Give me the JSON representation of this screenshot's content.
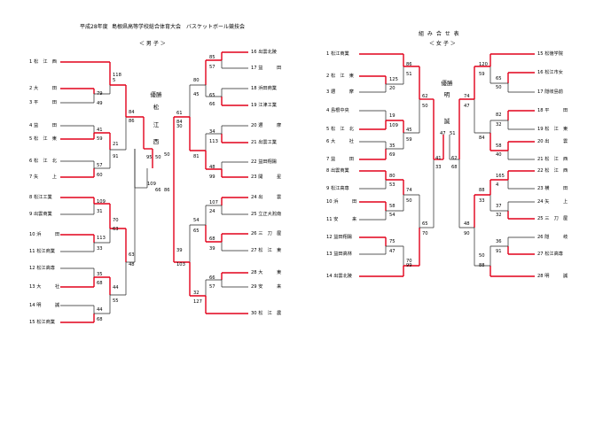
{
  "header": {
    "year": "平成28年度",
    "title": "島根県高等学校総合体育大会　バスケットボール競技会",
    "bracket_title": "組 み 合 せ 表",
    "boys_label": "＜ 男 子 ＞",
    "girls_label": "＜ 女 子 ＞"
  },
  "boys": {
    "winner_label": "優勝",
    "winner": [
      "松",
      "江",
      "西"
    ],
    "teams_left": [
      "1 松　江　西",
      "2 大　　　田",
      "3 平　　　田",
      "4 益　　　田",
      "5 松　江　東",
      "6 松　江　北",
      "7 矢　　　上",
      "8 松江工業",
      "9 出雲商業",
      "10 浜　　　田",
      "11 松江商業",
      "12 松江高専",
      "13 大　　　社",
      "14 明　　　誠",
      "15 松江商業"
    ],
    "teams_right": [
      "16 出雲北陵",
      "17 益　　　田",
      "18 浜田商業",
      "19 江津工業",
      "20 邇　　　摩",
      "21 出雲工業",
      "22 益田翔陽",
      "23 開　　　星",
      "24 出　　　雲",
      "25 立正大淞南",
      "26 三　刀　屋",
      "27 松　江　東",
      "28 大　　　東",
      "29 安　　　来",
      "30 松　江　農"
    ],
    "scores_left": [
      "118",
      "5",
      "79",
      "49",
      "41",
      "59",
      "57",
      "60",
      "109",
      "31",
      "113",
      "33",
      "35",
      "68",
      "44",
      "68",
      "84",
      "86",
      "21",
      "91",
      "70",
      "63",
      "44",
      "55",
      "63",
      "48",
      "95",
      "109",
      "50",
      "66"
    ],
    "scores_right": [
      "85",
      "57",
      "65",
      "66",
      "34",
      "113",
      "48",
      "99",
      "107",
      "24",
      "68",
      "39",
      "66",
      "57",
      "80",
      "45",
      "81",
      "54",
      "65",
      "32",
      "127",
      "61",
      "84",
      "30",
      "39",
      "103",
      "50",
      "86"
    ]
  },
  "girls": {
    "winner_label": "優勝",
    "winner": [
      "明"
    ],
    "winner2": [
      "誠"
    ],
    "teams_left": [
      "1 松江商業",
      "2 松　江　東",
      "3 邇　　　摩",
      "4 島根中央",
      "5 松　江　北",
      "6 大　　　社",
      "7 益　　　田",
      "8 出雲商業",
      "9 松江高専",
      "10 浜　　　田",
      "11 安　　　来",
      "12 益田翔陽",
      "13 益田高林",
      "14 出雲北陵"
    ],
    "teams_right": [
      "15 松徳学院",
      "16 松江市女",
      "17 隠岐島前",
      "18 平　　　田",
      "19 松　江　東",
      "20 出　　　雲",
      "21 松　江　西",
      "22 松　江　西",
      "23 横　　　田",
      "24 矢　　　上",
      "25 三　刀　屋",
      "26 隠　　　岐",
      "27 松江高専",
      "28 明　　　誠"
    ],
    "scores_left": [
      "86",
      "51",
      "125",
      "20",
      "19",
      "109",
      "35",
      "69",
      "80",
      "53",
      "58",
      "54",
      "75",
      "47",
      "70",
      "99",
      "45",
      "59",
      "62",
      "50",
      "74",
      "50",
      "65",
      "70",
      "41",
      "33",
      "47",
      "51"
    ],
    "scores_right": [
      "120",
      "59",
      "65",
      "50",
      "82",
      "32",
      "84",
      "58",
      "40",
      "165",
      "4",
      "37",
      "32",
      "36",
      "91",
      "50",
      "88",
      "74",
      "47",
      "88",
      "33",
      "48",
      "90",
      "62",
      "68"
    ]
  }
}
